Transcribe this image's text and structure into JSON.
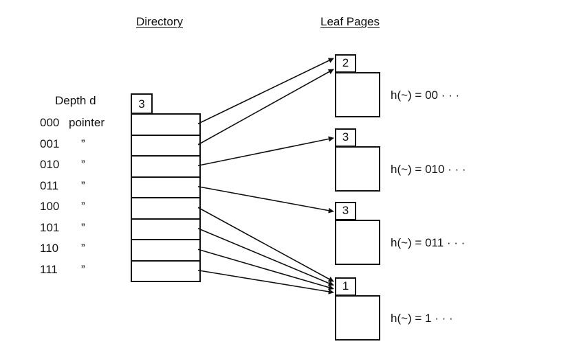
{
  "headings": {
    "directory": "Directory",
    "leaf_pages": "Leaf Pages"
  },
  "directory": {
    "depth_label": "Depth d",
    "global_depth": "3",
    "entries": [
      {
        "bits": "000",
        "suffix": "pointer",
        "target_leaf": 0
      },
      {
        "bits": "001",
        "suffix": "”",
        "target_leaf": 0
      },
      {
        "bits": "010",
        "suffix": "”",
        "target_leaf": 1
      },
      {
        "bits": "011",
        "suffix": "”",
        "target_leaf": 2
      },
      {
        "bits": "100",
        "suffix": "”",
        "target_leaf": 3
      },
      {
        "bits": "101",
        "suffix": "”",
        "target_leaf": 3
      },
      {
        "bits": "110",
        "suffix": "”",
        "target_leaf": 3
      },
      {
        "bits": "111",
        "suffix": "”",
        "target_leaf": 3
      }
    ]
  },
  "leaves": [
    {
      "local_depth": "2",
      "hash": "h(~) = 00 · · ·"
    },
    {
      "local_depth": "3",
      "hash": "h(~) = 010 · · ·"
    },
    {
      "local_depth": "3",
      "hash": "h(~) = 011 · · ·"
    },
    {
      "local_depth": "1",
      "hash": "h(~) = 1 · · ·"
    }
  ]
}
